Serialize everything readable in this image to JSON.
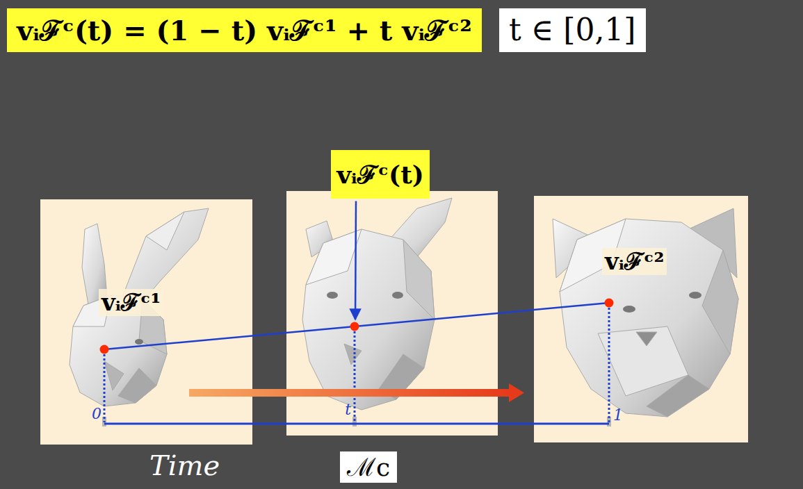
{
  "diagram": {
    "nodes": [
      {
        "text": [
          "vᵢℱᶜ(t) = (1 − t) vᵢℱᶜ¹ + t vᵢℱᶜ²"
        ]
      },
      {
        "text": [
          "t ∈ [0,1]"
        ]
      },
      {
        "text": [
          "vᵢℱᶜ(t)"
        ]
      },
      {
        "text": [
          "vᵢℱᶜ¹"
        ]
      },
      {
        "text": [
          "vᵢℱᶜ²"
        ]
      },
      {
        "text": [
          "ℳc"
        ]
      }
    ],
    "labels": [
      "0",
      "t",
      "1",
      "Time"
    ]
  }
}
